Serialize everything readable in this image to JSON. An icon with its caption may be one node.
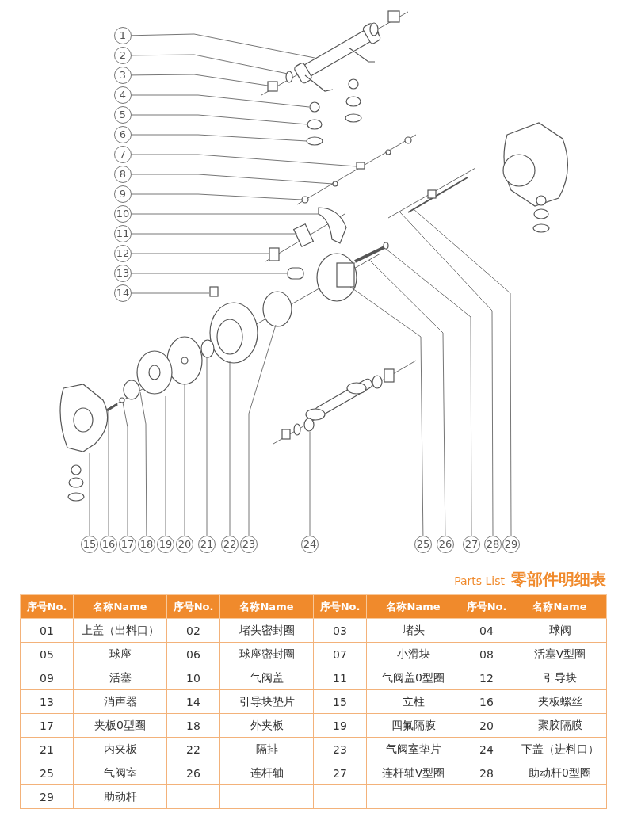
{
  "diagram": {
    "title": "零部件明细表",
    "nodes": [
      {
        "text": [
          "1"
        ]
      },
      {
        "text": [
          "2"
        ]
      },
      {
        "text": [
          "3"
        ]
      },
      {
        "text": [
          "4"
        ]
      },
      {
        "text": [
          "5"
        ]
      },
      {
        "text": [
          "6"
        ]
      },
      {
        "text": [
          "7"
        ]
      },
      {
        "text": [
          "8"
        ]
      },
      {
        "text": [
          "9"
        ]
      },
      {
        "text": [
          "10"
        ]
      },
      {
        "text": [
          "11"
        ]
      },
      {
        "text": [
          "12"
        ]
      },
      {
        "text": [
          "13"
        ]
      },
      {
        "text": [
          "14"
        ]
      },
      {
        "text": [
          "15"
        ]
      },
      {
        "text": [
          "16"
        ]
      },
      {
        "text": [
          "17"
        ]
      },
      {
        "text": [
          "18"
        ]
      },
      {
        "text": [
          "19"
        ]
      },
      {
        "text": [
          "20"
        ]
      },
      {
        "text": [
          "21"
        ]
      },
      {
        "text": [
          "22"
        ]
      },
      {
        "text": [
          "23"
        ]
      },
      {
        "text": [
          "24"
        ]
      },
      {
        "text": [
          "25"
        ]
      },
      {
        "text": [
          "26"
        ]
      },
      {
        "text": [
          "27"
        ]
      },
      {
        "text": [
          "28"
        ]
      },
      {
        "text": [
          "29"
        ]
      }
    ],
    "edges": [
      {
        "from": 0,
        "to": null,
        "arrow": "none"
      },
      {
        "from": 1,
        "to": null,
        "arrow": "none"
      },
      {
        "from": 2,
        "to": null,
        "arrow": "none"
      },
      {
        "from": 3,
        "to": null,
        "arrow": "none"
      },
      {
        "from": 4,
        "to": null,
        "arrow": "none"
      },
      {
        "from": 5,
        "to": null,
        "arrow": "none"
      },
      {
        "from": 6,
        "to": null,
        "arrow": "none"
      },
      {
        "from": 7,
        "to": null,
        "arrow": "none"
      },
      {
        "from": 8,
        "to": null,
        "arrow": "none"
      },
      {
        "from": 9,
        "to": null,
        "arrow": "none"
      },
      {
        "from": 10,
        "to": null,
        "arrow": "none"
      },
      {
        "from": 11,
        "to": null,
        "arrow": "none"
      },
      {
        "from": 12,
        "to": null,
        "arrow": "none"
      },
      {
        "from": 13,
        "to": null,
        "arrow": "none"
      },
      {
        "from": 14,
        "to": null,
        "arrow": "none"
      },
      {
        "from": 15,
        "to": null,
        "arrow": "none"
      },
      {
        "from": 16,
        "to": null,
        "arrow": "none"
      },
      {
        "from": 17,
        "to": null,
        "arrow": "none"
      },
      {
        "from": 18,
        "to": null,
        "arrow": "none"
      },
      {
        "from": 19,
        "to": null,
        "arrow": "none"
      },
      {
        "from": 20,
        "to": null,
        "arrow": "none"
      },
      {
        "from": 21,
        "to": null,
        "arrow": "none"
      },
      {
        "from": 22,
        "to": null,
        "arrow": "none"
      },
      {
        "from": 23,
        "to": null,
        "arrow": "none"
      },
      {
        "from": 24,
        "to": null,
        "arrow": "none"
      },
      {
        "from": 25,
        "to": null,
        "arrow": "none"
      },
      {
        "from": 26,
        "to": null,
        "arrow": "none"
      },
      {
        "from": 27,
        "to": null,
        "arrow": "none"
      },
      {
        "from": 28,
        "to": null,
        "arrow": "none"
      }
    ],
    "labels": [
      "Parts List",
      "序号No.",
      "名称Name",
      "序号No.",
      "名称Name",
      "序号No.",
      "名称Name",
      "序号No.",
      "名称Name",
      "01",
      "上盖（出料口）",
      "02",
      "堵头密封圈",
      "03",
      "堵头",
      "04",
      "球阀",
      "05",
      "球座",
      "06",
      "球座密封圈",
      "07",
      "小滑块",
      "08",
      "活塞V型圈",
      "09",
      "活塞",
      "10",
      "气阀盖",
      "11",
      "气阀盖0型圈",
      "12",
      "引导块",
      "13",
      "消声器",
      "14",
      "引导块垫片",
      "15",
      "立柱",
      "16",
      "夹板螺丝",
      "17",
      "夹板0型圈",
      "18",
      "外夹板",
      "19",
      "四氟隔膜",
      "20",
      "聚胶隔膜",
      "21",
      "内夹板",
      "22",
      "隔排",
      "23",
      "气阀室垫片",
      "24",
      "下盖（进料口）",
      "25",
      "气阀室",
      "26",
      "连杆轴",
      "27",
      "连杆轴V型圈",
      "28",
      "助动杆0型圈",
      "29",
      "助动杆"
    ]
  }
}
